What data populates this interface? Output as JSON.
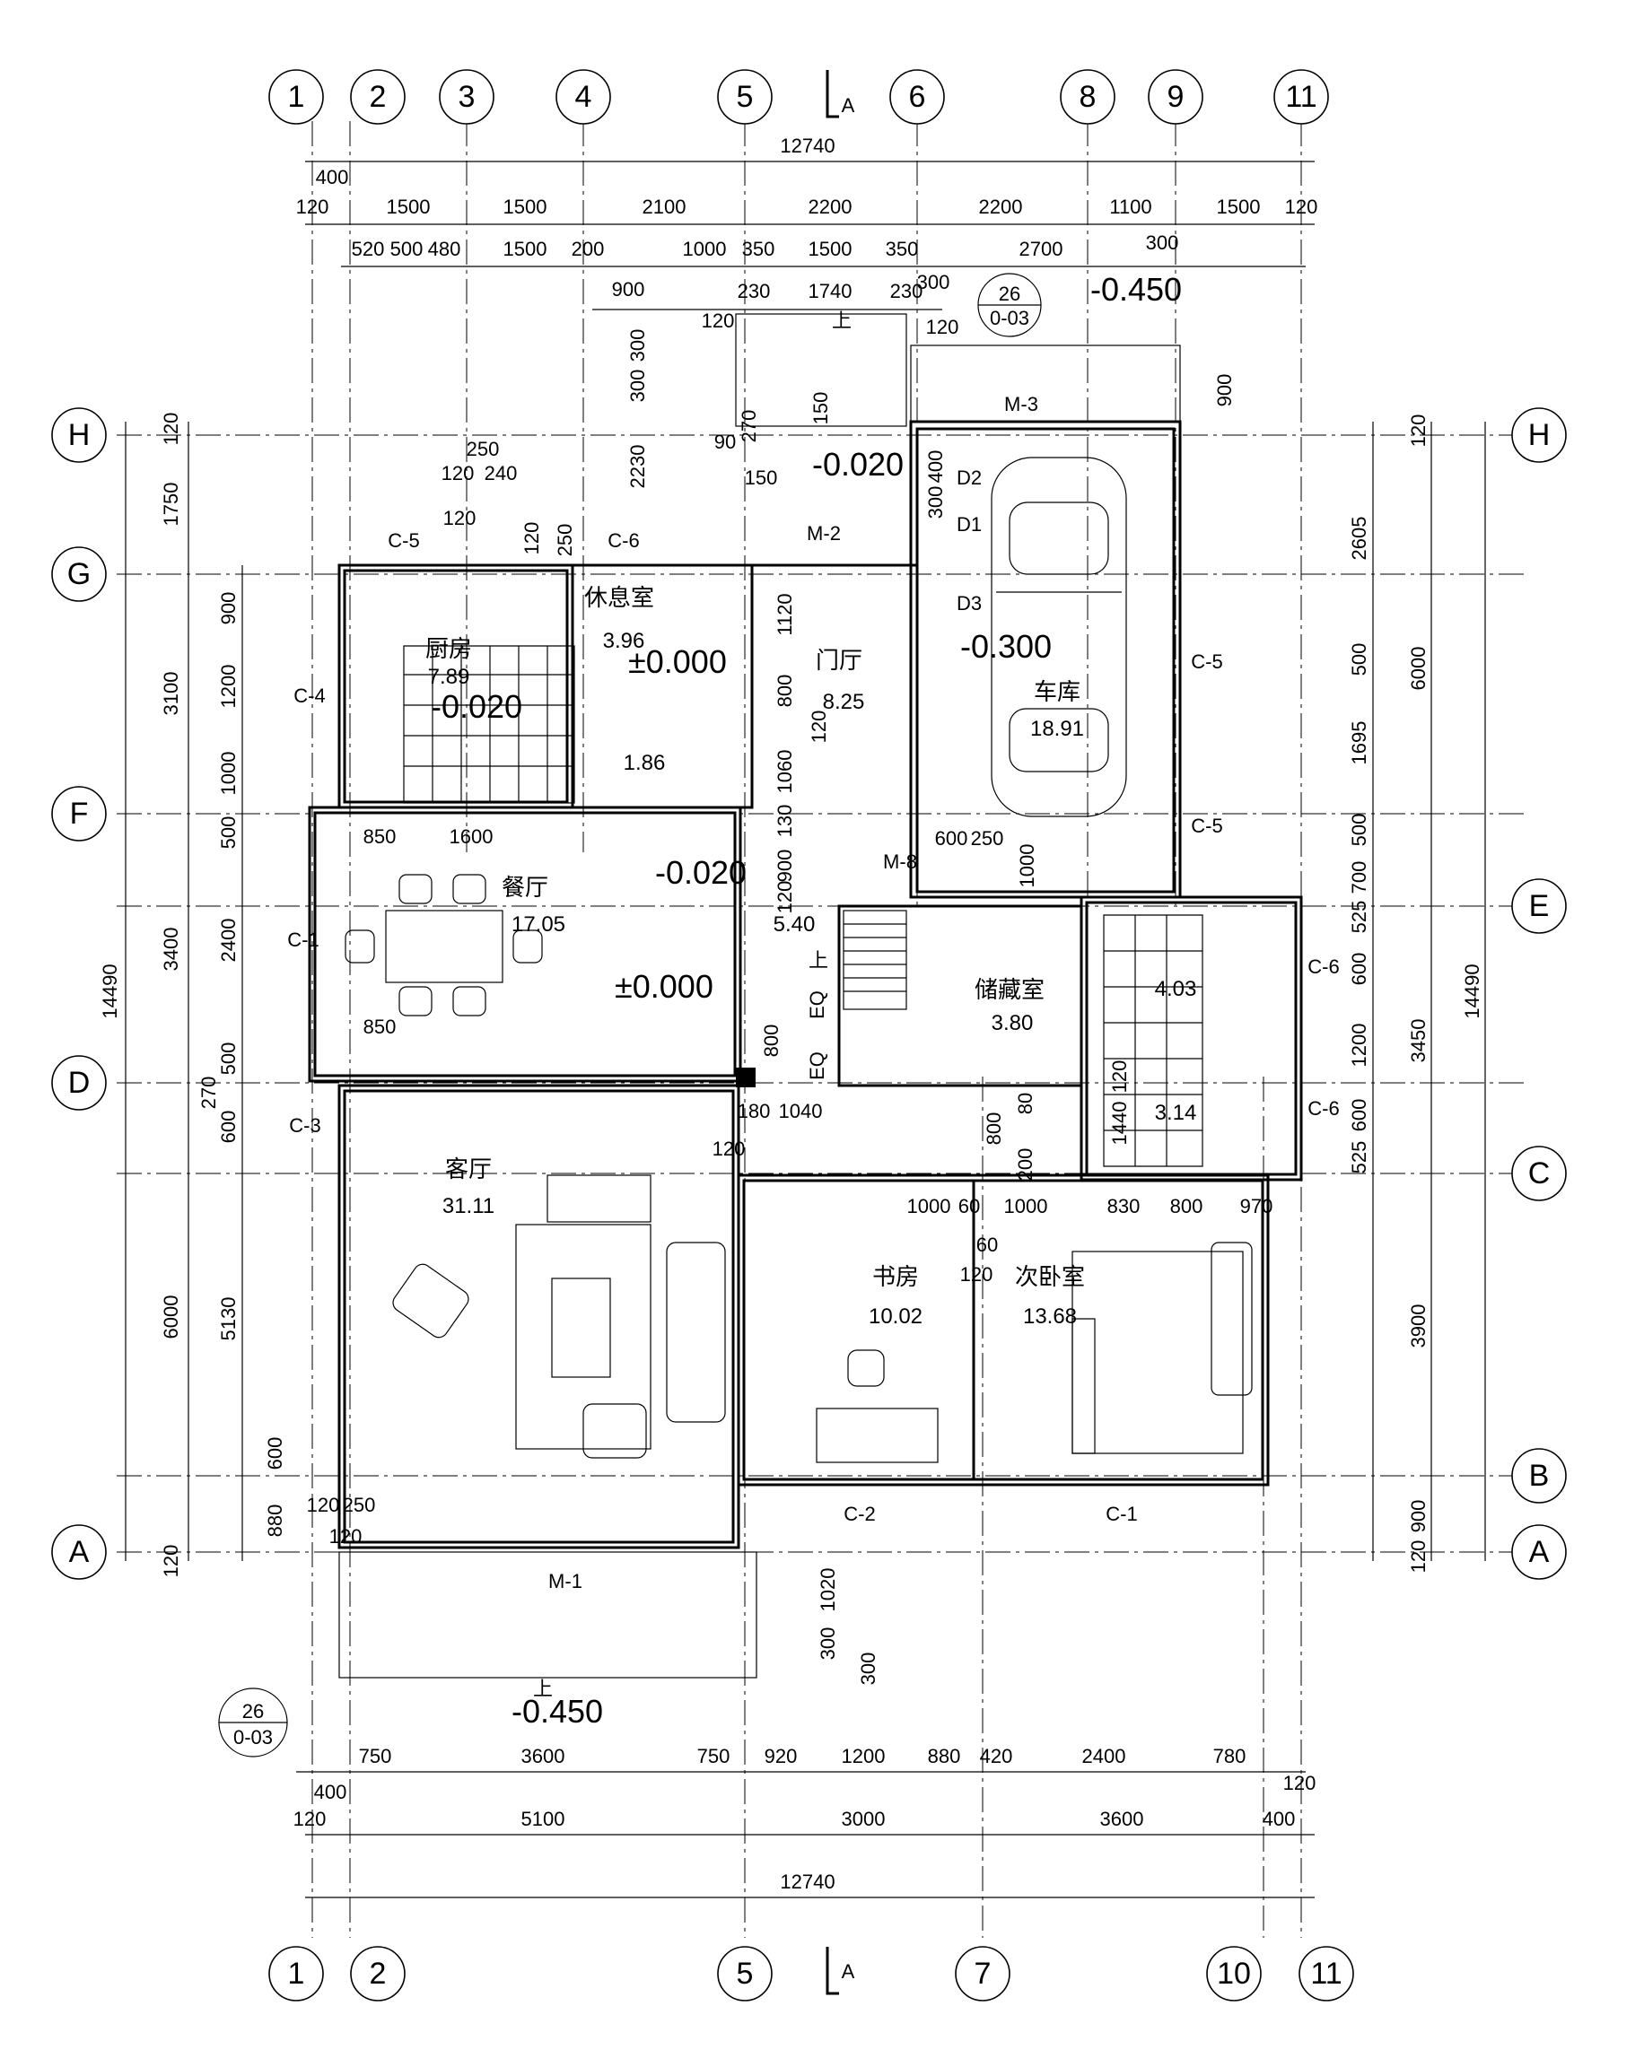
{
  "axes_top": [
    "1",
    "2",
    "3",
    "4",
    "5",
    "6",
    "8",
    "9",
    "11"
  ],
  "axes_bottom": [
    "1",
    "2",
    "5",
    "7",
    "10",
    "11"
  ],
  "axes_rows_left": [
    "H",
    "G",
    "F",
    "D",
    "A"
  ],
  "axes_rows_right": [
    "H",
    "E",
    "C",
    "B",
    "A"
  ],
  "section_mark": "A",
  "detail_ref": {
    "num": "26",
    "sheet": "0-03"
  },
  "dims_top": {
    "total": "12740",
    "r1": [
      "400",
      "120",
      "1500",
      "1500",
      "2100",
      "2200",
      "2200",
      "1100",
      "1500",
      "120"
    ],
    "r2": [
      "520",
      "500",
      "480",
      "1500",
      "200",
      "1000",
      "350",
      "1500",
      "350",
      "2700",
      "300"
    ],
    "r3": [
      "900",
      "230",
      "1740",
      "230",
      "300",
      "120",
      "120"
    ]
  },
  "dims_bottom": {
    "r1": [
      "750",
      "3600",
      "750",
      "920",
      "1200",
      "880",
      "420",
      "2400",
      "780"
    ],
    "r2": [
      "400",
      "120",
      "5100",
      "3000",
      "3600",
      "400",
      "120"
    ],
    "total": "12740"
  },
  "dims_left": {
    "outer": [
      "14490"
    ],
    "mid": [
      "120",
      "1750",
      "3100",
      "3400",
      "270",
      "6000",
      "120"
    ],
    "inner": [
      "900",
      "1200",
      "1000",
      "500",
      "2400",
      "500",
      "600",
      "5130",
      "600",
      "880"
    ]
  },
  "dims_right": {
    "outer": [
      "14490"
    ],
    "mid": [
      "120",
      "6000",
      "3450",
      "3900",
      "120"
    ],
    "inner": [
      "2605",
      "500",
      "1695",
      "500",
      "700",
      "525",
      "600",
      "1200",
      "600",
      "525",
      "900"
    ]
  },
  "misc_dims": [
    "250",
    "120",
    "240",
    "120",
    "250",
    "2230",
    "300",
    "300",
    "120",
    "90",
    "150",
    "270",
    "150",
    "400",
    "300",
    "900",
    "1120",
    "800",
    "120",
    "1060",
    "130",
    "900",
    "120",
    "600",
    "250",
    "1000",
    "800",
    "80",
    "800",
    "200",
    "180",
    "1040",
    "120",
    "1000",
    "60",
    "1000",
    "60",
    "120",
    "830",
    "800",
    "970",
    "1440",
    "120",
    "120",
    "250",
    "120",
    "1020",
    "300",
    "300",
    "850",
    "1600",
    "850"
  ],
  "elevations": [
    "-0.450",
    "-0.020",
    "±0.000",
    "-0.300",
    "-0.020",
    "-0.020",
    "±0.000",
    "-0.450"
  ],
  "rooms": [
    {
      "name": "厨房",
      "area": "7.89"
    },
    {
      "name": "休息室",
      "area": "3.96"
    },
    {
      "name": "门厅",
      "area": "8.25"
    },
    {
      "name": "车库",
      "area": "18.91"
    },
    {
      "name": "餐厅",
      "area": "17.05"
    },
    {
      "name": "储藏室",
      "area": "3.80"
    },
    {
      "name": "客厅",
      "area": "31.11"
    },
    {
      "name": "书房",
      "area": "10.02"
    },
    {
      "name": "次卧室",
      "area": "13.68"
    }
  ],
  "small_areas": [
    "1.86",
    "4.03",
    "3.14",
    "5.40"
  ],
  "labels": {
    "windows": [
      "C-5",
      "C-6",
      "C-4",
      "C-1",
      "C-3",
      "C-5",
      "C-5",
      "C-6",
      "C-6",
      "C-2",
      "C-1"
    ],
    "doors": [
      "M-3",
      "M-2",
      "D2",
      "D1",
      "D3",
      "M-8",
      "M-1"
    ],
    "up": [
      "上",
      "上",
      "上"
    ],
    "eq": [
      "EQ",
      "EQ"
    ]
  }
}
